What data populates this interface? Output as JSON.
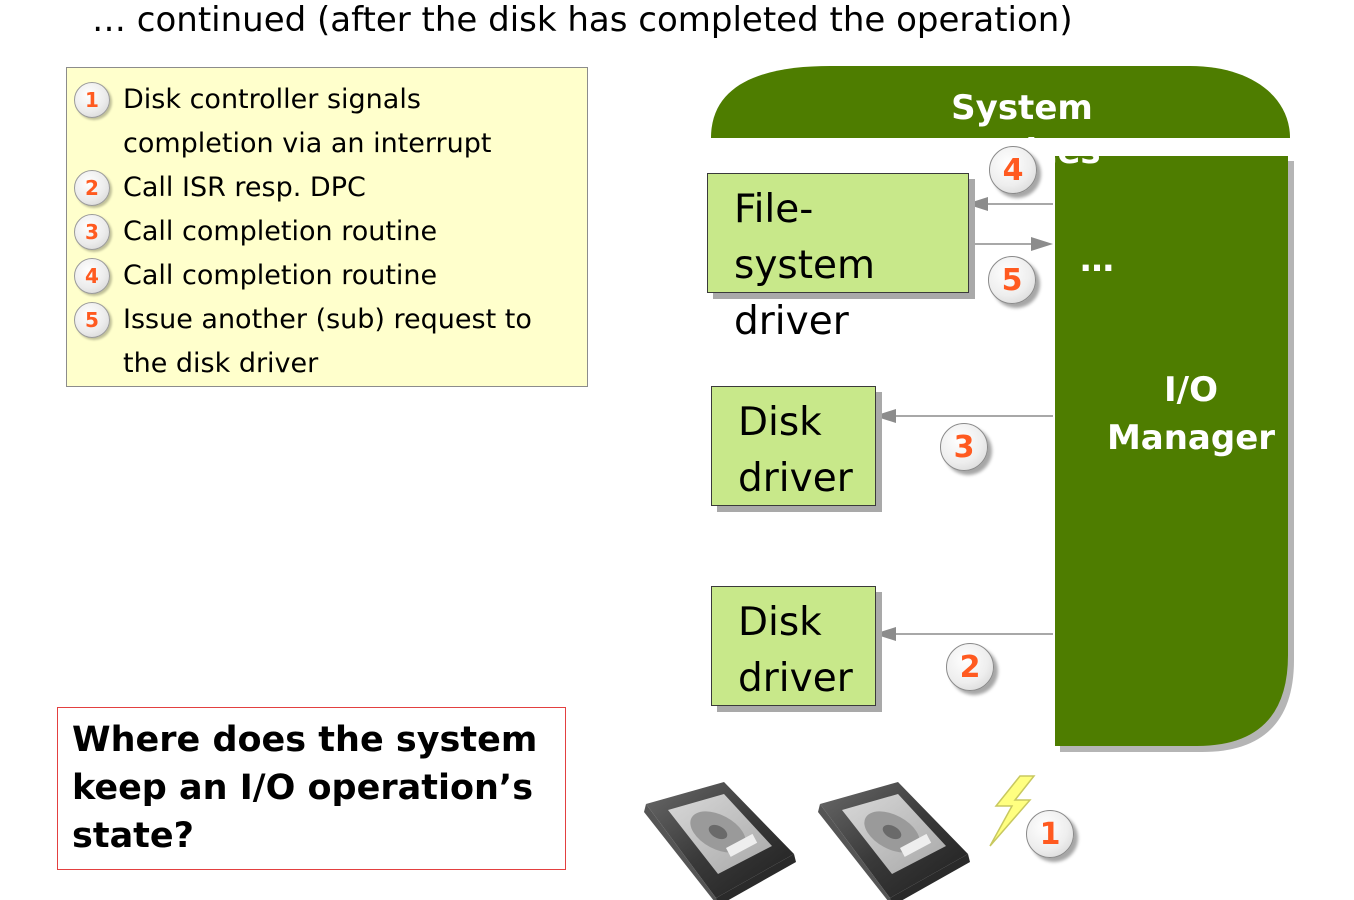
{
  "title": "… continued (after the disk has completed the operation)",
  "steps": [
    {
      "num": "1",
      "lines": [
        "Disk controller signals",
        "completion via an interrupt"
      ]
    },
    {
      "num": "2",
      "lines": [
        "Call ISR resp. DPC"
      ]
    },
    {
      "num": "3",
      "lines": [
        "Call completion routine"
      ]
    },
    {
      "num": "4",
      "lines": [
        "Call completion routine"
      ]
    },
    {
      "num": "5",
      "lines": [
        "Issue another (sub) request to",
        "the disk driver"
      ]
    }
  ],
  "question": "Where does the system keep an I/O operation’s state?",
  "diagram": {
    "system_services": "System services",
    "io_manager": [
      "I/O",
      "Manager"
    ],
    "ellipsis": "…",
    "fs_driver": [
      "File-system",
      "driver"
    ],
    "disk_driver_upper": [
      "Disk",
      "driver"
    ],
    "disk_driver_lower": [
      "Disk",
      "driver"
    ],
    "badges": {
      "b1": "1",
      "b2": "2",
      "b3": "3",
      "b4": "4",
      "b5": "5"
    }
  },
  "colors": {
    "io_manager_green": "#4e7d00",
    "driver_green": "#c8e88a",
    "steps_bg": "#ffffcc",
    "badge_number": "#ff5a20",
    "question_border": "#e34040"
  },
  "icons": [
    "lightning-icon",
    "hard-disk-icon"
  ]
}
